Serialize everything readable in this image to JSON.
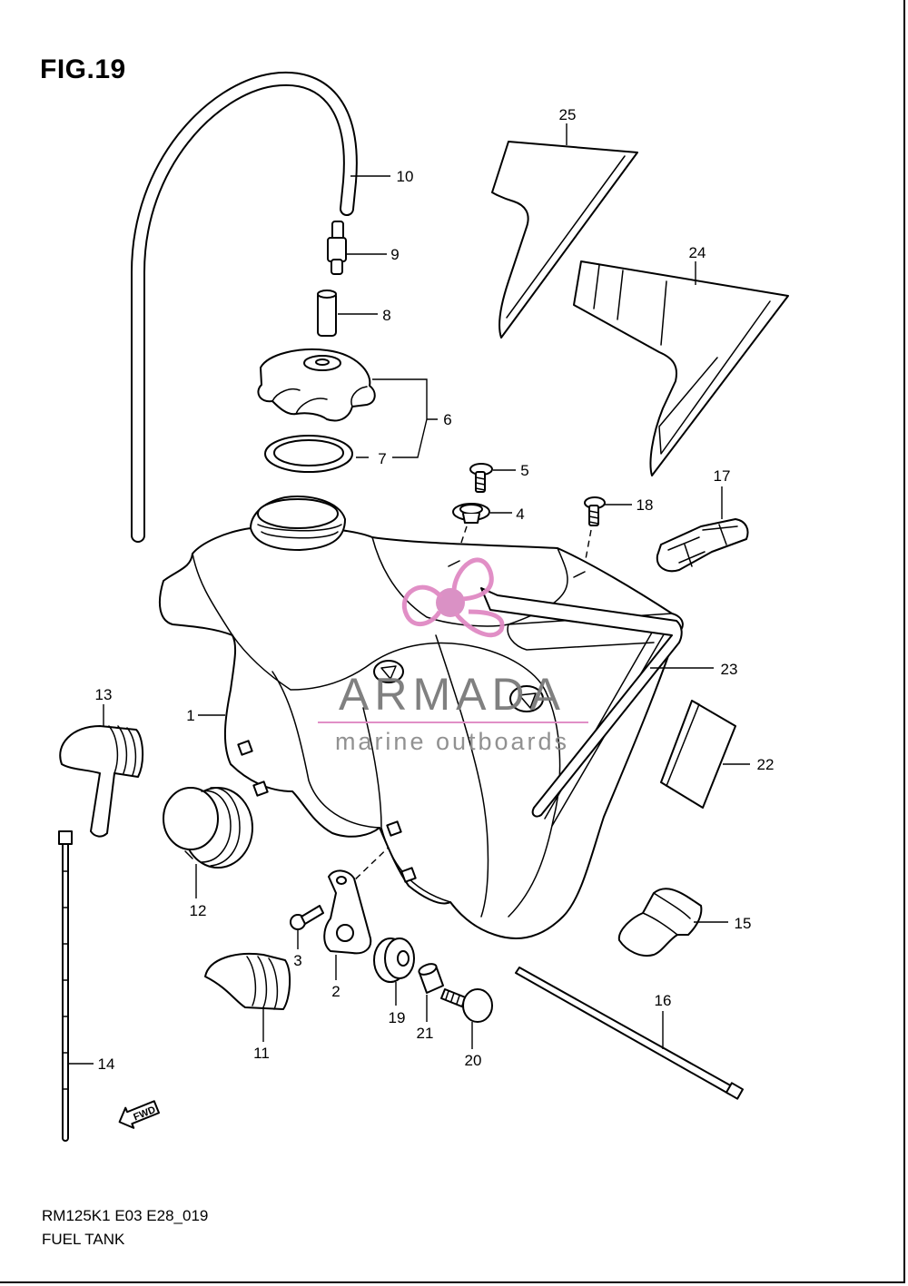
{
  "figure": {
    "title": "FIG.19",
    "model_code": "RM125K1 E03 E28_019",
    "caption": "FUEL TANK"
  },
  "callouts": [
    "1",
    "2",
    "3",
    "4",
    "5",
    "6",
    "7",
    "8",
    "9",
    "10",
    "11",
    "12",
    "13",
    "14",
    "15",
    "16",
    "17",
    "18",
    "19",
    "20",
    "21",
    "22",
    "23",
    "24",
    "25"
  ],
  "forward_arrow": {
    "text": "FWD",
    "icon": "forward-arrow-icon"
  },
  "watermark": {
    "brand": "ARMADA",
    "tagline": "marine outboards",
    "logo_icon": "propeller-icon",
    "logo_color": "#e08ac4",
    "text_color": "#7a7a7a"
  }
}
